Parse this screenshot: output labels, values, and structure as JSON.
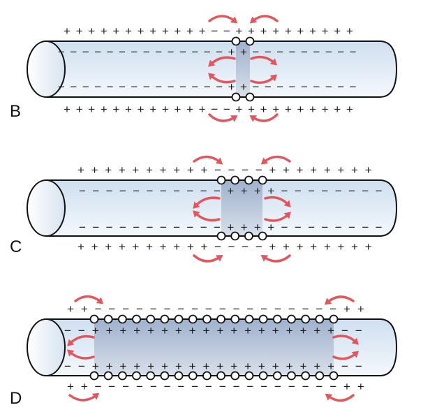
{
  "figure": {
    "description": "Propagation of action potential along an unmyelinated axon: depolarized region spreads with local current flow",
    "colors": {
      "membrane_fill_top": "#cfdff0",
      "membrane_fill_bottom": "#f4f8fc",
      "depolarized_top": "#9fb1cc",
      "depolarized_bottom": "#d9e0ea",
      "current_arrow": "#e0585e",
      "outline": "#111111",
      "background": "#ffffff"
    },
    "symbols": {
      "positive": "+",
      "negative": "−"
    },
    "panels": [
      {
        "label": "B",
        "channels": 2,
        "outside_top": "++++++++++++−−++++++++++",
        "inside_top": "−−−−−−−−−−−−−−++−−−−−−−−−",
        "inside_bottom": "−−−−−−−−−−−−−−++−−−−−−−−−",
        "outside_bottom": "++++++++++++−−++++++++++",
        "current_arrows": "both sides of depolarized patch"
      },
      {
        "label": "C",
        "channels": 4,
        "outside_top": "++++++++++−−−−++++++++",
        "inside_top": "−−−−−−−−−−−++++−−−−−−−−",
        "inside_bottom": "−−−−−−−−−−−++++−−−−−−−−",
        "outside_bottom": "++++++++++−−−−++++++++",
        "current_arrows": "both sides of depolarized patch"
      },
      {
        "label": "D",
        "channels": 18,
        "outside_top": "++−−−−−−−−−−−−−−−−−−++",
        "inside_top": "−−++++++++++++++++++−−",
        "inside_bottom": "−−++++++++++++++++++−−",
        "outside_bottom": "++−−−−−−−−−−−−−−−−−−++",
        "current_arrows": "at both ends of depolarized region"
      }
    ]
  }
}
